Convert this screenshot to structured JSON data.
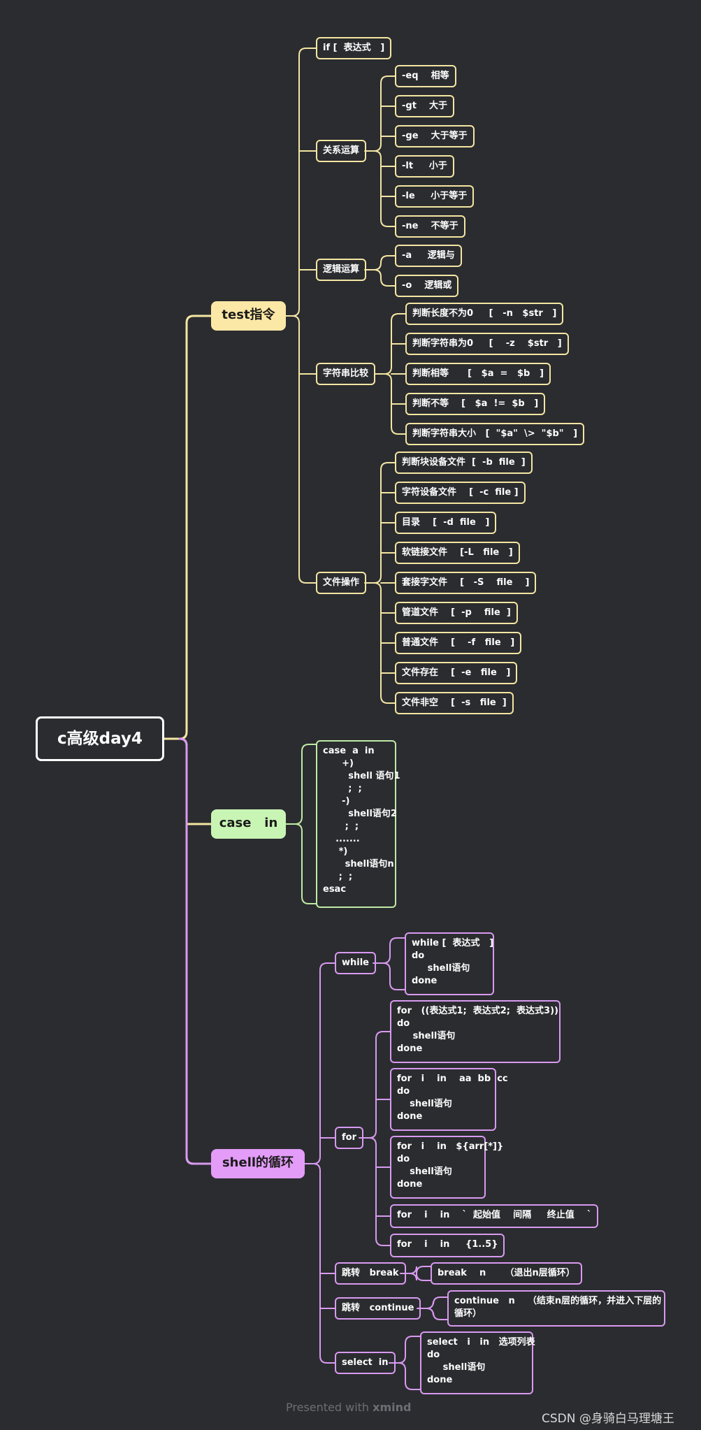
{
  "root": "c高级day4",
  "test": {
    "label": "test指令",
    "if_expr": "if [  表达式   ]",
    "relational": {
      "label": "关系运算",
      "items": [
        "-eq    相等",
        "-gt    大于",
        "-ge    大于等于",
        "-lt     小于",
        "-le     小于等于",
        "-ne    不等于"
      ]
    },
    "logical": {
      "label": "逻辑运算",
      "items": [
        "-a     逻辑与",
        "-o    逻辑或"
      ]
    },
    "string": {
      "label": "字符串比较",
      "items": [
        "判断长度不为0     [   -n   $str   ]",
        "判断字符串为0     [    -z    $str   ]",
        "判断相等      [   $a  =   $b   ]",
        "判断不等    [   $a  !=  $b   ]",
        "判断字符串大小   [  \"$a\"  \\>  \"$b\"   ]"
      ]
    },
    "file": {
      "label": "文件操作",
      "items": [
        "判断块设备文件  [  -b  file  ]",
        "字符设备文件    [  -c  file ]",
        "目录    [  -d  file   ]",
        "软链接文件    [-L   file   ]",
        "套接字文件    [   -S    file    ]",
        "管道文件    [  -p    file  ]",
        "普通文件    [    -f   file   ]",
        "文件存在    [  -e   file   ]",
        "文件非空    [  -s   file  ]"
      ]
    }
  },
  "case": {
    "label": "case   in",
    "code": "case  a  in\n      +)\n        shell 语句1\n        ;  ;\n      -)\n        shell语句2\n       ;  ;\n    .......\n     *)\n       shell语句n\n     ;  ;\nesac"
  },
  "loop": {
    "label": "shell的循环",
    "while": {
      "label": "while",
      "code": "while [  表达式   ]\ndo\n     shell语句\ndone"
    },
    "for": {
      "label": "for",
      "items": [
        "for   ((表达式1;  表达式2;  表达式3))\ndo\n     shell语句\ndone",
        "for   i    in    aa  bb  cc\ndo\n    shell语句\ndone",
        "for   i    in   ${arr[*]}\ndo\n    shell语句\ndone",
        "for    i    in    `  起始值    间隔     终止值    `",
        "for    i    in     {1..5}"
      ]
    },
    "break": {
      "label": "跳转   break",
      "detail": "break    n      （退出n层循环）"
    },
    "continue": {
      "label": "跳转   continue",
      "detail": "continue   n    （结束n层的循环，并进入下层的\n循环）"
    },
    "select": {
      "label": "select  in",
      "code": "select   i   in   选项列表\ndo\n     shell语句\ndone"
    }
  },
  "footer": {
    "presented": "Presented with",
    "brand": "xmind",
    "csdn": "CSDN @身骑白马理塘王"
  },
  "colors": {
    "background": "#2b2c30",
    "yellow": "#f4e6a2",
    "green": "#bfeaa6",
    "purple": "#d89af0"
  }
}
